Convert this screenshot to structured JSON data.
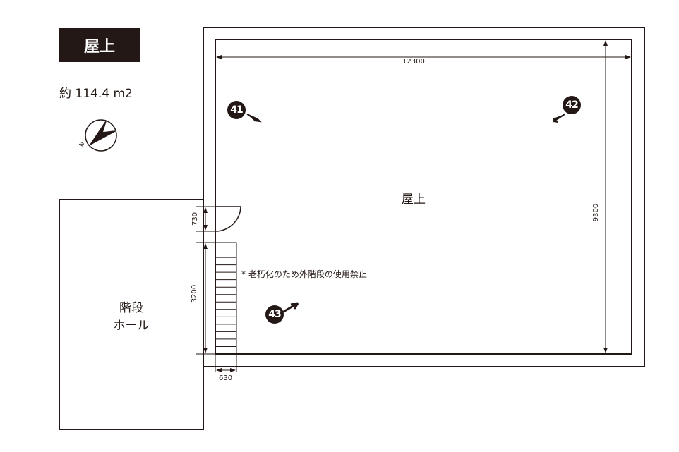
{
  "title": "屋上",
  "area": "約 114.4 m2",
  "compass": {
    "north_label": "N"
  },
  "rooms": {
    "roof": "屋上",
    "stair_hall_line1": "階段",
    "stair_hall_line2": "ホール"
  },
  "dimensions": {
    "width": "12300",
    "depth": "9300",
    "door": "730",
    "stair_length": "3200",
    "stair_width": "630"
  },
  "note": "* 老朽化のため外階段の使用禁止",
  "photo_markers": [
    "41",
    "42",
    "43"
  ],
  "colors": {
    "ink": "#231815"
  }
}
